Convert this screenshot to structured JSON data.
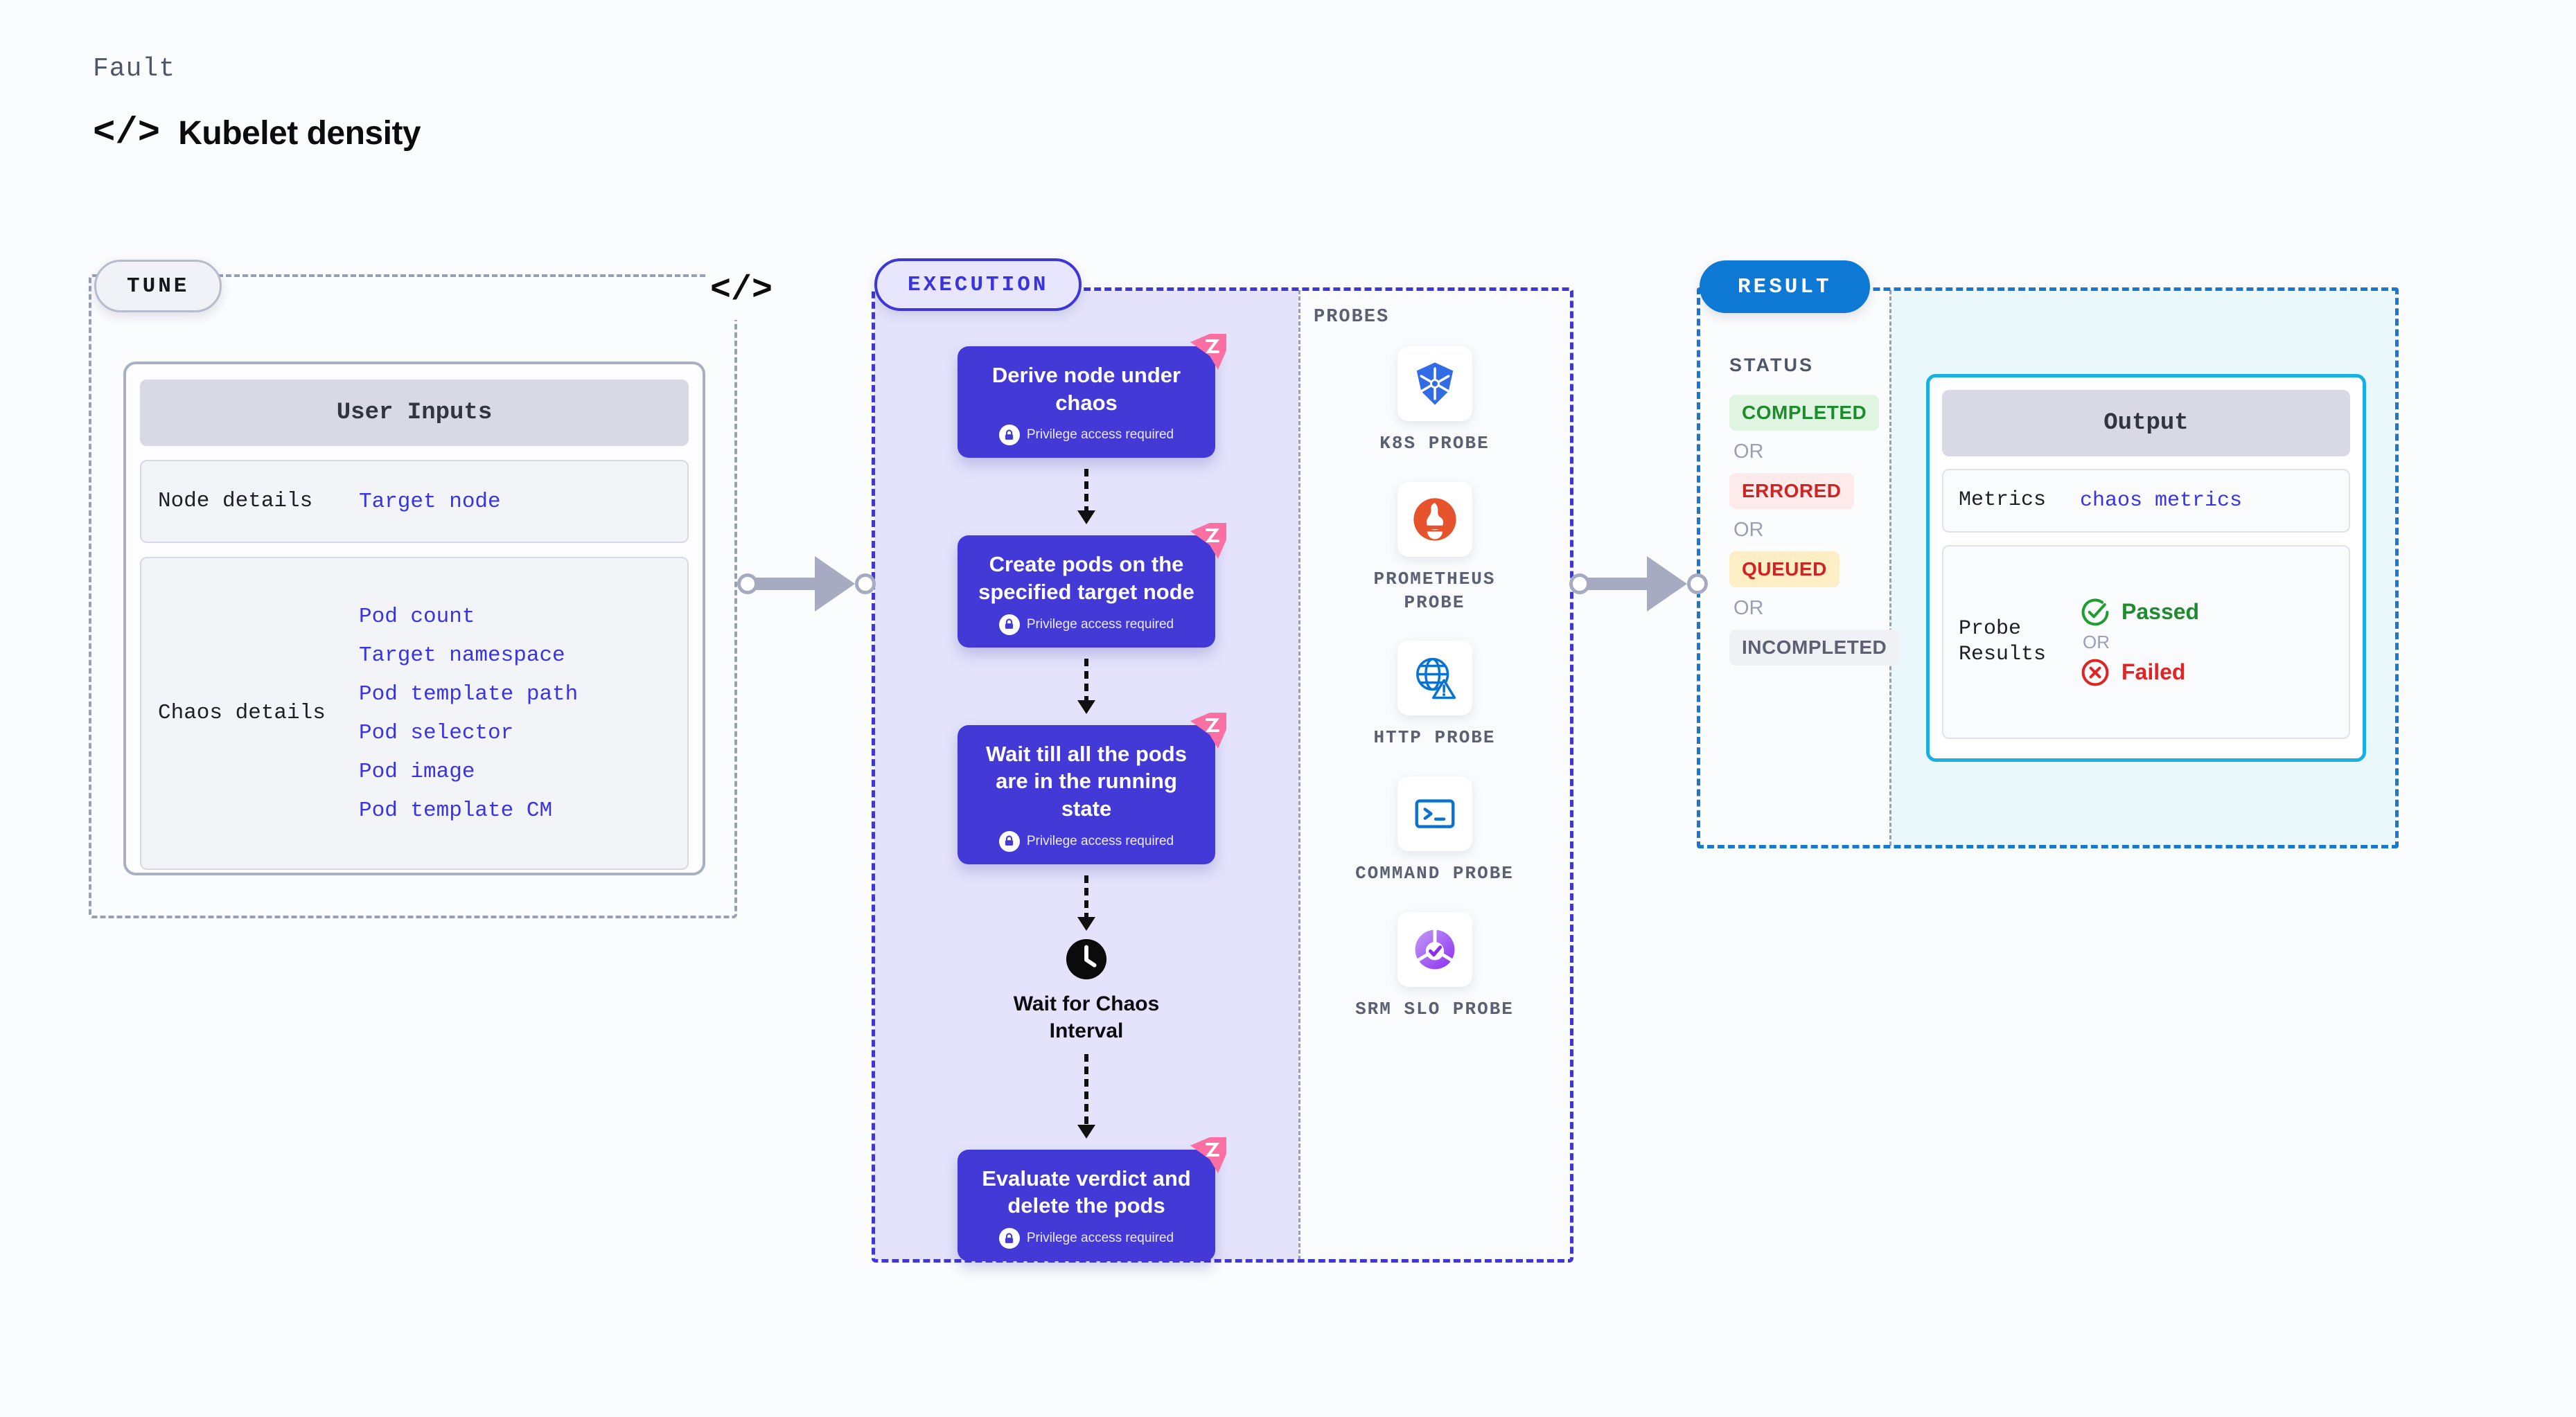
{
  "header": {
    "eyebrow": "Fault",
    "code_icon": "code-brackets-icon",
    "title": "Kubelet density"
  },
  "tune": {
    "pill_label": "TUNE",
    "code_badge": "</>",
    "card_title": "User Inputs",
    "rows": [
      {
        "key": "Node details",
        "values": [
          "Target node"
        ]
      },
      {
        "key": "Chaos details",
        "values": [
          "Pod count",
          "Target namespace",
          "Pod template path",
          "Pod selector",
          "Pod image",
          "Pod template CM"
        ]
      }
    ]
  },
  "execution": {
    "pill_label": "EXECUTION",
    "privilege_note": "Privilege access required",
    "nodes": [
      {
        "title": "Derive node under chaos",
        "privileged": true
      },
      {
        "title": "Create pods on the specified target node",
        "privileged": true
      },
      {
        "title": "Wait till all the pods are in the running state",
        "privileged": true
      }
    ],
    "wait_step": {
      "icon": "clock-icon",
      "label": "Wait for Chaos Interval"
    },
    "final_node": {
      "title": "Evaluate verdict and delete the pods",
      "privileged": true
    }
  },
  "probes": {
    "section_label": "PROBES",
    "items": [
      {
        "label": "K8S PROBE",
        "icon": "kubernetes-icon"
      },
      {
        "label": "PROMETHEUS PROBE",
        "icon": "prometheus-icon"
      },
      {
        "label": "HTTP PROBE",
        "icon": "http-globe-icon"
      },
      {
        "label": "COMMAND PROBE",
        "icon": "terminal-icon"
      },
      {
        "label": "SRM SLO PROBE",
        "icon": "srm-slo-icon"
      }
    ]
  },
  "result": {
    "pill_label": "RESULT",
    "status_label": "STATUS",
    "or_label": "OR",
    "statuses": [
      {
        "text": "COMPLETED",
        "color": "#1e8c2e",
        "bg": "#dff4e1"
      },
      {
        "text": "ERRORED",
        "color": "#cf2424",
        "bg": "#fdeaea"
      },
      {
        "text": "QUEUED",
        "color": "#cf2424",
        "bg": "#fdeec5"
      },
      {
        "text": "INCOMPLETED",
        "color": "#5b6172",
        "bg": "#f0f1f5"
      }
    ],
    "output": {
      "card_title": "Output",
      "metrics_key": "Metrics",
      "metrics_value": "chaos metrics",
      "probe_key": "Probe Results",
      "passed_label": "Passed",
      "failed_label": "Failed",
      "or_label": "OR"
    }
  },
  "colors": {
    "indigo": "#4339d6",
    "blue": "#0d79d4",
    "cyan": "#18b0e4",
    "pink": "#fb6fa2",
    "green": "#1e8c2e",
    "red": "#e02424",
    "link": "#3a34e0"
  }
}
